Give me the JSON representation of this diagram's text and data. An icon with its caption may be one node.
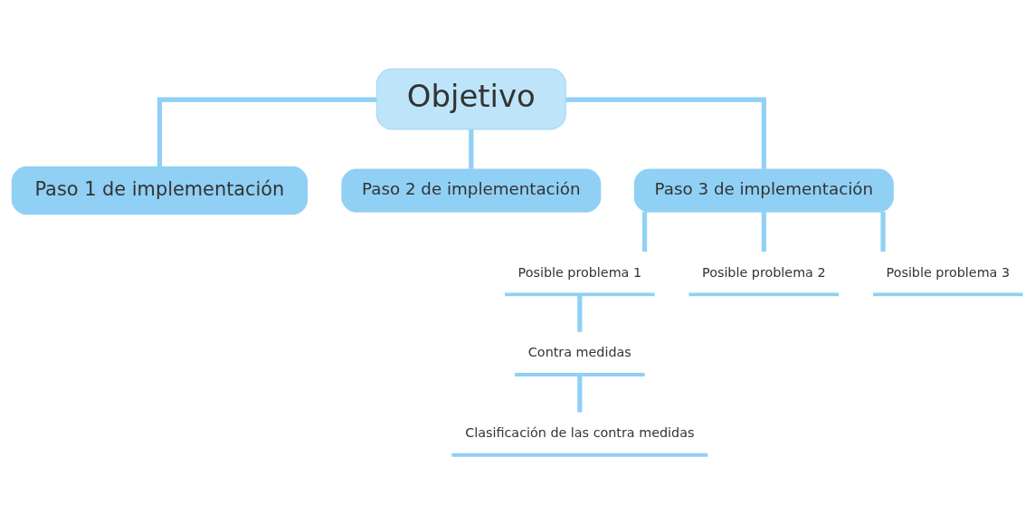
{
  "diagram": {
    "nodes": [
      {
        "text": [
          "Objetivo"
        ]
      },
      {
        "text": [
          "Paso 1 de implementación"
        ]
      },
      {
        "text": [
          "Paso 2 de implementación"
        ]
      },
      {
        "text": [
          "Paso 3 de implementación"
        ]
      },
      {
        "text": [
          "Posible problema 1"
        ]
      },
      {
        "text": [
          "Contra medidas"
        ]
      },
      {
        "text": [
          "Clasificación de las contra medidas"
        ]
      },
      {
        "text": [
          "Posible problema 2"
        ]
      },
      {
        "text": [
          "Posible problema 3"
        ]
      }
    ],
    "edges": [
      {
        "from": 0,
        "to": 1,
        "arrow": "none"
      },
      {
        "from": 0,
        "to": 2,
        "arrow": "none"
      },
      {
        "from": 0,
        "to": 3,
        "arrow": "none"
      },
      {
        "from": 3,
        "to": 4,
        "arrow": "none"
      },
      {
        "from": 4,
        "to": 5,
        "arrow": "none"
      },
      {
        "from": 5,
        "to": 6,
        "arrow": "none"
      },
      {
        "from": 3,
        "to": 7,
        "arrow": "none"
      },
      {
        "from": 3,
        "to": 8,
        "arrow": "none"
      }
    ]
  }
}
